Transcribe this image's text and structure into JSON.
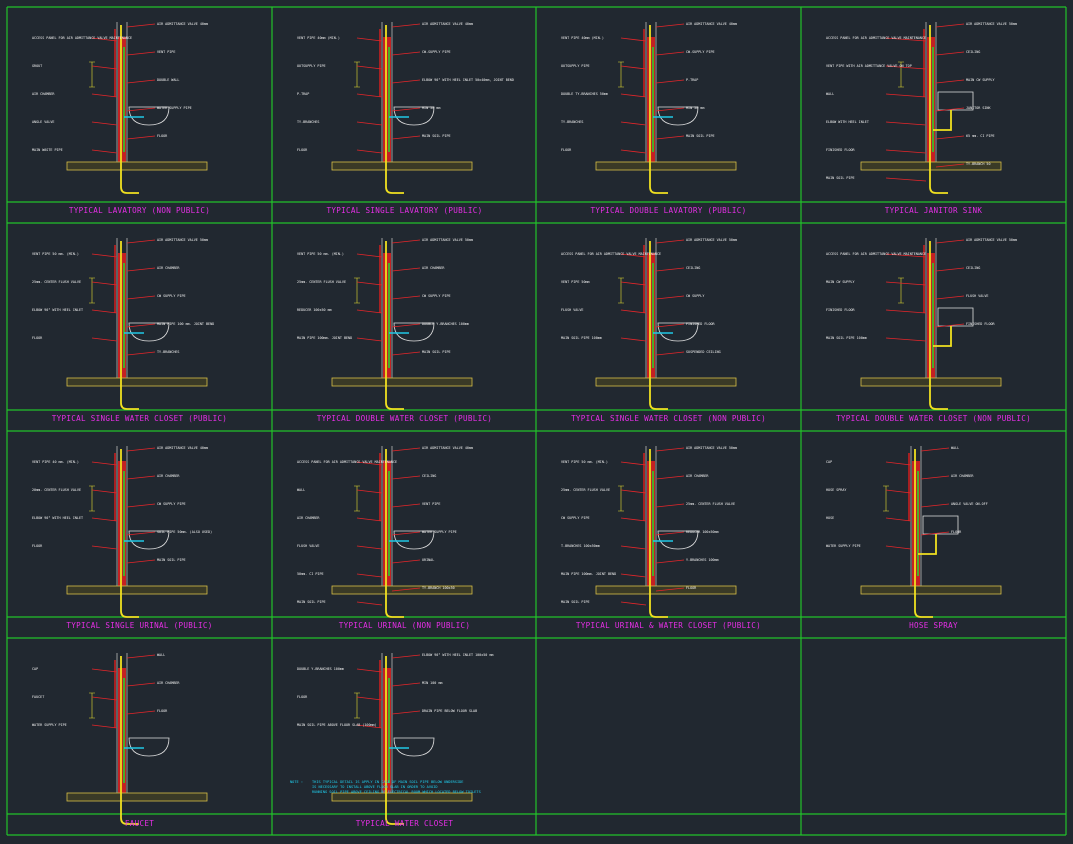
{
  "panels": [
    {
      "caption": "TYPICAL LAVATORY (NON PUBLIC)",
      "labels": [
        "AIR ADMITTANCE VALVE 40mm",
        "ACCESS PANEL FOR AIR ADMITTANCE VALVE MAINTENANCE",
        "VENT PIPE",
        "GROUT",
        "DOUBLE WALL",
        "AIR CHAMBER",
        "WATER SUPPLY PIPE",
        "ANGLE VALVE",
        "FLOOR",
        "MAIN WASTE PIPE"
      ]
    },
    {
      "caption": "TYPICAL SINGLE LAVATORY (PUBLIC)",
      "labels": [
        "AIR ADMITTANCE VALVE 40mm",
        "VENT PIPE 40mm (MIN.)",
        "CW-SUPPLY PIPE",
        "OUTSUPPLY PIPE",
        "ELBOW 90° WITH HEEL INLET 50x40mm, JOINT BEND",
        "P-TRAP",
        "MIN 50 mm",
        "TY-BRANCHES",
        "MAIN SOIL PIPE",
        "FLOOR"
      ]
    },
    {
      "caption": "TYPICAL DOUBLE LAVATORY (PUBLIC)",
      "labels": [
        "AIR ADMITTANCE VALVE 40mm",
        "VENT PIPE 40mm (MIN.)",
        "CW-SUPPLY PIPE",
        "OUTSUPPLY PIPE",
        "P-TRAP",
        "DOUBLE TY-BRANCHES 50mm",
        "MIN 50 mm",
        "TY-BRANCHES",
        "MAIN SOIL PIPE",
        "FLOOR"
      ]
    },
    {
      "caption": "TYPICAL JANITOR SINK",
      "labels": [
        "AIR ADMITTANCE VALVE 50mm",
        "ACCESS PANEL FOR AIR ADMITTANCE VALVE MAINTENANCE",
        "CEILING",
        "VENT PIPE WITH AIR ADMITTANCE VALVE ON TOP",
        "MAIN CW SUPPLY",
        "WALL",
        "JANITOR SINK",
        "ELBOW WITH HEEL INLET",
        "65 mm. CI PIPE",
        "FINISHED FLOOR",
        "TY-BRANCH 50",
        "MAIN SOIL PIPE"
      ]
    },
    {
      "caption": "TYPICAL SINGLE WATER CLOSET (PUBLIC)",
      "labels": [
        "AIR ADMITTANCE VALVE 50mm",
        "VENT PIPE 50 mm. (MIN.)",
        "AIR CHAMBER",
        "25mm. CENTER FLUSH VALVE",
        "CW SUPPLY PIPE",
        "ELBOW 90° WITH HEEL INLET",
        "MAIN PIPE 100 mm. JOINT BEND",
        "FLOOR",
        "TY-BRANCHES"
      ]
    },
    {
      "caption": "TYPICAL DOUBLE WATER CLOSET (PUBLIC)",
      "labels": [
        "AIR ADMITTANCE VALVE 50mm",
        "VENT PIPE 50 mm. (MIN.)",
        "AIR CHAMBER",
        "25mm. CENTER FLUSH VALVE",
        "CW SUPPLY PIPE",
        "REDUCER 100x50 mm",
        "DOUBLE Y-BRANCHES 100mm",
        "MAIN PIPE 100mm. JOINT BEND",
        "MAIN SOIL PIPE"
      ]
    },
    {
      "caption": "TYPICAL SINGLE WATER CLOSET (NON PUBLIC)",
      "labels": [
        "AIR ADMITTANCE VALVE 50mm",
        "ACCESS PANEL FOR AIR ADMITTANCE VALVE MAINTENANCE",
        "CEILING",
        "VENT PIPE 50mm",
        "CW SUPPLY",
        "FLUSH VALVE",
        "FINISHED FLOOR",
        "MAIN SOIL PIPE 100mm",
        "SUSPENDED CEILING"
      ]
    },
    {
      "caption": "TYPICAL DOUBLE WATER CLOSET (NON PUBLIC)",
      "labels": [
        "AIR ADMITTANCE VALVE 50mm",
        "ACCESS PANEL FOR AIR ADMITTANCE VALVE MAINTENANCE",
        "CEILING",
        "MAIN CW SUPPLY",
        "FLUSH VALVE",
        "FINISHED FLOOR",
        "FINISHED FLOOR",
        "MAIN SOIL PIPE 100mm"
      ]
    },
    {
      "caption": "TYPICAL SINGLE URINAL (PUBLIC)",
      "labels": [
        "AIR ADMITTANCE VALVE 40mm",
        "VENT PIPE 40 mm. (MIN.)",
        "AIR CHAMBER",
        "20mm. CENTER FLUSH VALVE",
        "CW SUPPLY PIPE",
        "ELBOW 90° WITH HEEL INLET",
        "SOIL PIPE 50mm. (ALSO USED)",
        "FLOOR",
        "MAIN SOIL PIPE"
      ]
    },
    {
      "caption": "TYPICAL URINAL (NON PUBLIC)",
      "labels": [
        "AIR ADMITTANCE VALVE 40mm",
        "ACCESS PANEL FOR AIR ADMITTANCE VALVE MAINTENANCE",
        "CEILING",
        "WALL",
        "VENT PIPE",
        "AIR CHAMBER",
        "WATER SUPPLY PIPE",
        "FLUSH VALVE",
        "URINAL",
        "50mm. CI PIPE",
        "TY-BRANCH 100x50",
        "MAIN SOIL PIPE"
      ]
    },
    {
      "caption": "TYPICAL URINAL & WATER CLOSET (PUBLIC)",
      "labels": [
        "AIR ADMITTANCE VALVE 50mm",
        "VENT PIPE 50 mm. (MIN.)",
        "AIR CHAMBER",
        "25mm. CENTER FLUSH VALVE",
        "25mm. CENTER FLUSH VALVE",
        "CW SUPPLY PIPE",
        "REDUCER 100x50mm",
        "T-BRANCHES 100x50mm",
        "Y-BRANCHES 100mm",
        "MAIN PIPE 100mm. JOINT BEND",
        "FLOOR",
        "MAIN SOIL PIPE"
      ]
    },
    {
      "caption": "HOSE SPRAY",
      "labels": [
        "WALL",
        "CAP",
        "AIR CHAMBER",
        "HOSE SPRAY",
        "ANGLE VALVE ON-OFF",
        "HOSE",
        "FLOOR",
        "WATER SUPPLY PIPE"
      ]
    },
    {
      "caption": "FAUCET",
      "labels": [
        "WALL",
        "CAP",
        "AIR CHAMBER",
        "FAUCET",
        "FLOOR",
        "WATER SUPPLY PIPE"
      ]
    },
    {
      "caption": "TYPICAL WATER CLOSET",
      "labels": [
        "ELBOW 90° WITH HEEL INLET 100x50 mm",
        "DOUBLE Y-BRANCHES 100mm",
        "MIN 100 mm",
        "FLOOR",
        "DRAIN PIPE BELOW FLOOR SLAB",
        "MAIN SOIL PIPE ABOVE FLOOR SLAB (100mm)"
      ]
    },
    {
      "caption": "",
      "labels": []
    },
    {
      "caption": "",
      "labels": []
    }
  ],
  "note": {
    "prefix": "NOTE :",
    "lines": [
      "THIS TYPICAL DETAIL IS APPLY IN CASE OF MAIN SOIL PIPE BELOW UNDERSIDE",
      "IS NECESSARY TO INSTALL ABOVE FLOOR SLAB IN ORDER TO AVOID",
      "RUNNING SOIL PIPE ABOVE CEILING OF ELECTRICAL ROOM WHICH LOCATED BELOW TOILETS"
    ]
  },
  "colors": {
    "background": "#212830",
    "grid": "#22c22a",
    "caption": "#e62ee6",
    "leader": "#e6262a",
    "vent_pipe": "#f0e020",
    "supply_pipe": "#2ccf2c",
    "note": "#20d0f0"
  }
}
